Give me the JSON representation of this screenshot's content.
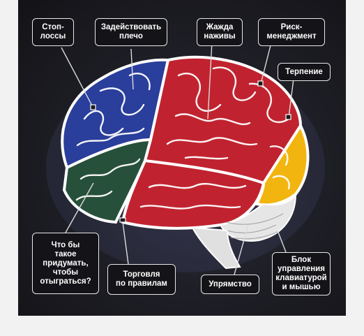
{
  "labels": {
    "stop_loss": "Стоп-\nлоссы",
    "leverage": "Задействовать\nплечо",
    "greed": "Жажда\nнаживы",
    "risk_management": "Риск-\nменеджмент",
    "patience": "Терпение",
    "win_back": "Что бы\nтакое\nпридумать,\nчтобы\nотыграться?",
    "rules_trading": "Торговля\nпо правилам",
    "stubbornness": "Упрямство",
    "keyboard_block": "Блок\nуправления\nклавиатурой\nи мышью"
  },
  "colors": {
    "frontal_blue": "#2a3e9b",
    "temporal_green": "#27503a",
    "parietal_red": "#c0232f",
    "occipital_yellow": "#f2b50f",
    "cerebellum": "#e6e6e6"
  }
}
